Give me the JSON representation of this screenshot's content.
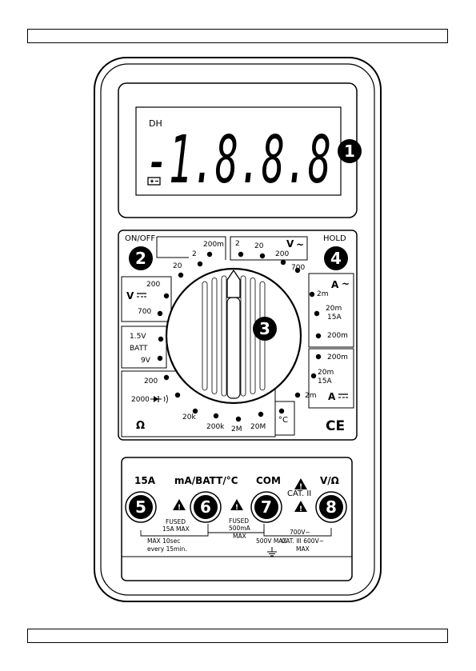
{
  "display": {
    "mode_label": "DH",
    "reading": "-1.8.8.8",
    "battery_icon": "battery-icon"
  },
  "callouts": [
    "1",
    "2",
    "3",
    "4",
    "5",
    "6",
    "7",
    "8"
  ],
  "dial": {
    "on_off": "ON/OFF",
    "hold": "HOLD",
    "dcv": {
      "label": "V",
      "ranges": [
        "200m",
        "2",
        "20",
        "200",
        "700"
      ]
    },
    "acv": {
      "label": "V",
      "ranges": [
        "2",
        "20",
        "200",
        "700"
      ]
    },
    "aca": {
      "label": "A",
      "ranges": [
        "2m",
        "20m",
        "15A",
        "200m"
      ]
    },
    "dca": {
      "label": "A",
      "ranges": [
        "200m",
        "20m",
        "15A",
        "2m"
      ]
    },
    "batt": {
      "ranges": [
        "1.5V",
        "BATT",
        "9V"
      ]
    },
    "ohm": {
      "label": "Ω",
      "ranges": [
        "200",
        "2000",
        "20k",
        "200k",
        "2M",
        "20M"
      ]
    },
    "temp": "°C",
    "ce": "CE"
  },
  "terminals": {
    "labels": [
      "15A",
      "mA/BATT/°C",
      "COM",
      "V/Ω"
    ],
    "t15a_notes": [
      "FUSED",
      "15A MAX",
      "MAX 10sec",
      "every 15min."
    ],
    "ma_notes": [
      "FUSED",
      "500mA",
      "MAX"
    ],
    "com_notes": [
      "500V MAX"
    ],
    "v_notes": [
      "CAT. II",
      "700V~",
      "CAT. III 600V~",
      "MAX"
    ]
  }
}
